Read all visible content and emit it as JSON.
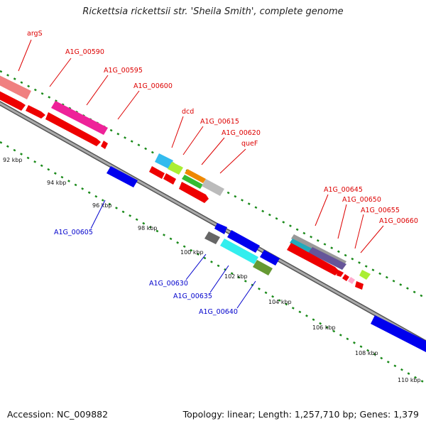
{
  "title": "Rickettsia rickettsii str. 'Sheila Smith', complete genome",
  "accession": "Accession: NC_009882",
  "summary": "Topology: linear; Length: 1,257,710 bp; Genes: 1,379",
  "colors": {
    "gene_label_forward": "#dd0000",
    "gene_label_reverse": "#0000cc",
    "backbone": "#888888",
    "ticks": "#009900",
    "cds": "#ff0000",
    "reverse_cds": "#0000ff"
  },
  "ticks": [
    "92 kbp",
    "94 kbp",
    "96 kbp",
    "98 kbp",
    "100 kbp",
    "102 kbp",
    "104 kbp",
    "106 kbp",
    "108 kbp",
    "110 kbp"
  ],
  "forward_labels": [
    "argS",
    "A1G_00590",
    "A1G_00595",
    "A1G_00600",
    "dcd",
    "A1G_00615",
    "A1G_00620",
    "queF",
    "A1G_00645",
    "A1G_00650",
    "A1G_00655",
    "A1G_00660"
  ],
  "reverse_labels": [
    "A1G_00605",
    "A1G_00630",
    "A1G_00635",
    "A1G_00640"
  ]
}
